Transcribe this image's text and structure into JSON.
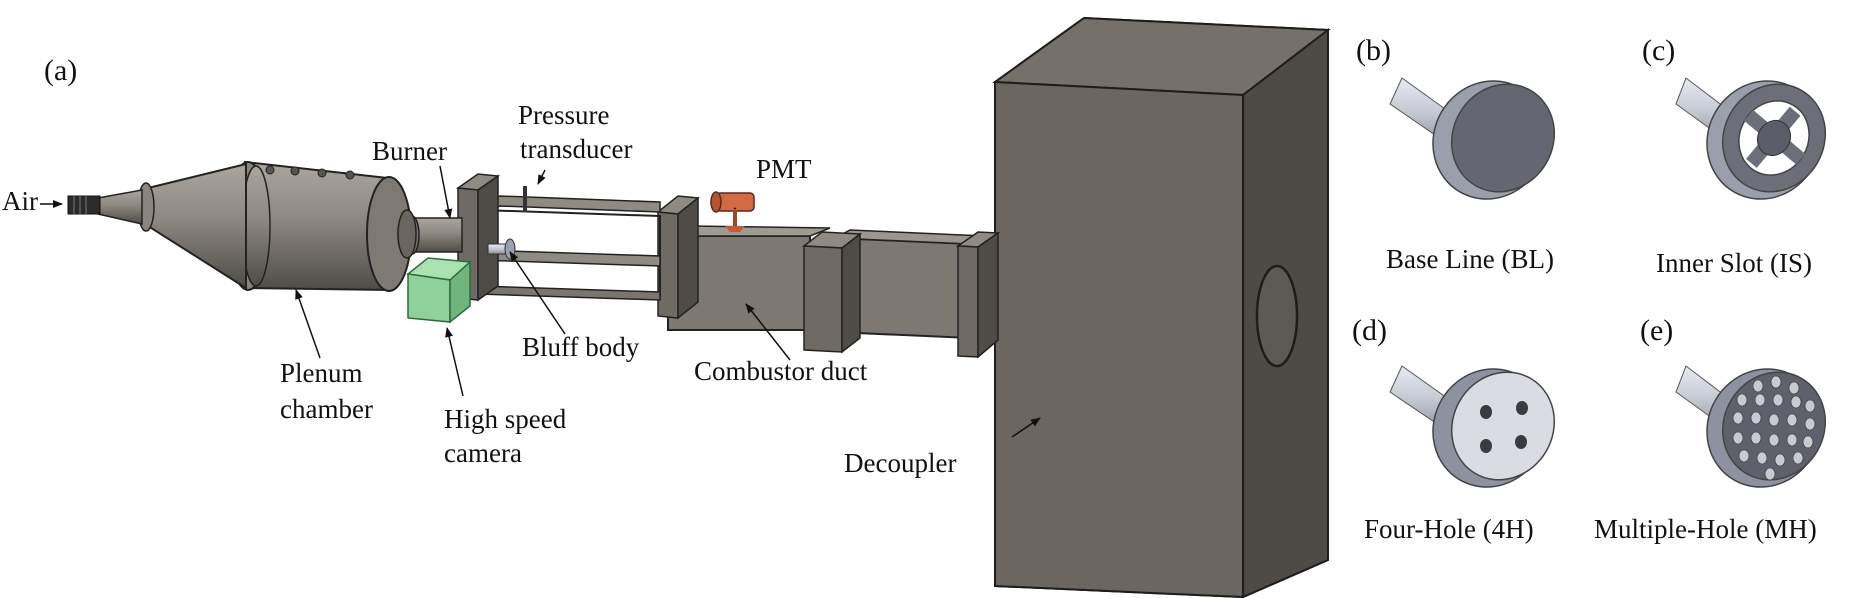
{
  "panels": {
    "a": "(a)",
    "b": "(b)",
    "c": "(c)",
    "d": "(d)",
    "e": "(e)"
  },
  "labels": {
    "air": "Air",
    "burner": "Burner",
    "pressure_1": "Pressure",
    "pressure_2": "transducer",
    "pmt": "PMT",
    "plenum_1": "Plenum",
    "plenum_2": "chamber",
    "camera_1": "High speed",
    "camera_2": "camera",
    "bluff_body": "Bluff body",
    "combustor_duct": "Combustor duct",
    "decoupler": "Decoupler"
  },
  "variants": {
    "bl": "Base Line (BL)",
    "is": "Inner Slot (IS)",
    "4h": "Four-Hole (4H)",
    "mh": "Multiple-Hole (MH)"
  },
  "colors": {
    "metal": "#7b7770",
    "metal_light": "#a8a49c",
    "decoupler": "#6b6760",
    "camera": "#8ed19a",
    "pmt": "#d46a44",
    "bluff_steel": "#c9ccd6",
    "bluff_face": "#6c6f7a"
  }
}
